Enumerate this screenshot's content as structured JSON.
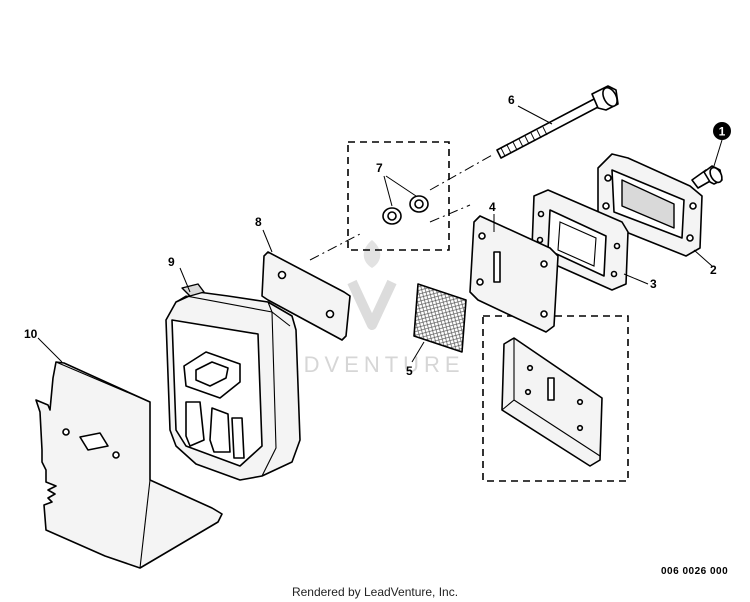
{
  "watermark": {
    "brand": "LEADVENTURE"
  },
  "callouts": {
    "c1": "1",
    "c2": "2",
    "c3": "3",
    "c4": "4",
    "c5": "5",
    "c6": "6",
    "c7": "7",
    "c8": "8",
    "c9": "9",
    "c10": "10"
  },
  "drawing_code": "006 0026 000",
  "footer": {
    "credit": "Rendered by LeadVenture, Inc."
  },
  "colors": {
    "line": "#000000",
    "fill": "#f4f4f4",
    "watermark": "#d6d6d6"
  }
}
